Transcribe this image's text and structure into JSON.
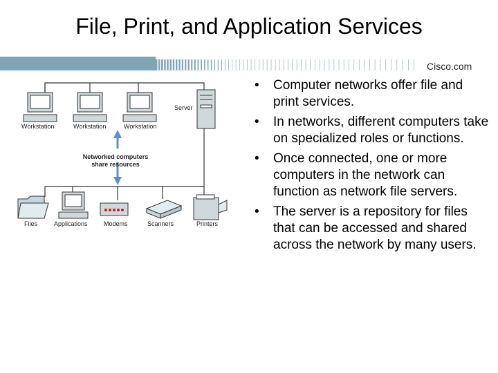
{
  "title": "File, Print, and Application Services",
  "brand": "Cisco.com",
  "diagram": {
    "server_label": "Server",
    "workstations": [
      "Workstation",
      "Workstation",
      "Workstation"
    ],
    "center_label_1": "Networked computers",
    "center_label_2": "share resources",
    "resources": [
      "Files",
      "Applications",
      "Modems",
      "Scanners",
      "Printers"
    ]
  },
  "bullets": [
    "Computer networks offer file and print services.",
    "In networks, different computers take on specialized roles or functions.",
    "Once connected, one or more computers in the network can function as network file servers.",
    "The server is a repository for files that can be accessed and shared across the network by many users."
  ],
  "colors": {
    "bar": "#7fa5b4",
    "arrow": "#5c8fd6"
  }
}
